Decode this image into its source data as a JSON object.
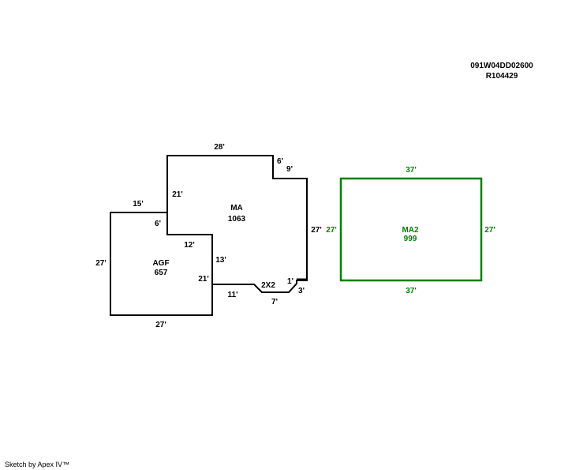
{
  "header": {
    "parcel_id": "091W04DD02600",
    "account_id": "R104429"
  },
  "footer": {
    "credit": "Sketch by Apex IV™"
  },
  "colors": {
    "primary": "#000000",
    "secondary_building": "#008000"
  },
  "areas": {
    "ma": {
      "label": "MA",
      "sqft": "1063"
    },
    "agf": {
      "label": "AGF",
      "sqft": "657"
    },
    "ma2": {
      "label": "MA2",
      "sqft": "999"
    },
    "bump": {
      "label": "2X2"
    }
  },
  "dimensions": {
    "ma_top": "28'",
    "ma_notch_v": "6'",
    "ma_notch_h": "9'",
    "ma_right": "27'",
    "ma_left": "21'",
    "agf_top": "15'",
    "agf_inner_v": "6'",
    "agf_inner_h": "12'",
    "ma_inner_v": "13'",
    "agf_right": "21'",
    "ma_bottom_left": "11'",
    "bump_bottom": "7'",
    "bump_small_v": "1'",
    "bump_small_h": "3'",
    "agf_left": "27'",
    "agf_bottom": "27'",
    "ma2_top": "37'",
    "ma2_bottom": "37'",
    "ma2_left": "27'",
    "ma2_right": "27'"
  }
}
